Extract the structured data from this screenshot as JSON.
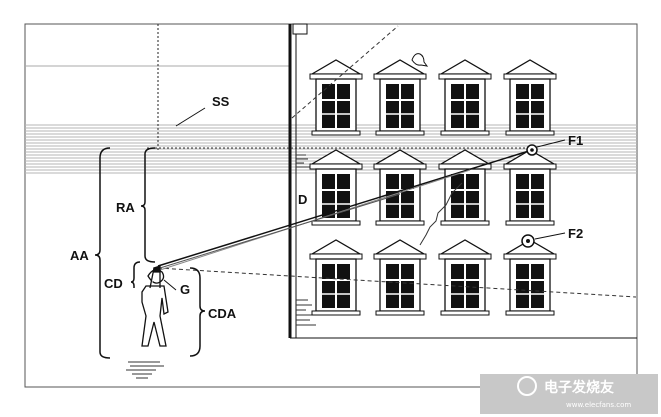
{
  "labels": {
    "ss": "SS",
    "ra": "RA",
    "aa": "AA",
    "cd": "CD",
    "g": "G",
    "cda": "CDA",
    "d": "D",
    "f1": "F1",
    "f2": "F2"
  },
  "watermark": {
    "text": "电子发烧友",
    "subtext": "www.elecfans.com"
  },
  "colors": {
    "ink": "#111111",
    "line": "#222222",
    "sky_band": "#bdbdbd",
    "watermark_bg": "#c8c8c8"
  }
}
